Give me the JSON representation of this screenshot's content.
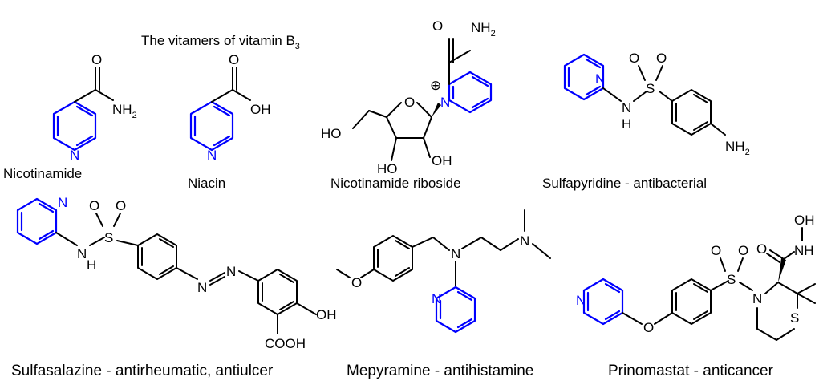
{
  "header": {
    "title_main": "The vitamers of vitamin B",
    "title_sub": "3"
  },
  "captions": {
    "nicotinamide": "Nicotinamide",
    "niacin": "Niacin",
    "riboside": "Nicotinamide riboside",
    "sulfapyridine": "Sulfapyridine - antibacterial",
    "sulfasalazine": "Sulfasalazine - antirheumatic, antiulcer",
    "mepyramine": "Mepyramine - antihistamine",
    "prinomastat": "Prinomastat - anticancer"
  },
  "atoms": {
    "N": "N",
    "O": "O",
    "S": "S",
    "H": "H",
    "NH": "NH",
    "OH": "OH",
    "HO": "HO",
    "NH2_main": "NH",
    "NH2_sub": "2",
    "COOH": "COOH",
    "plus": "⊕"
  },
  "colors": {
    "pyridine": "#0000ff",
    "bond": "#000000"
  }
}
